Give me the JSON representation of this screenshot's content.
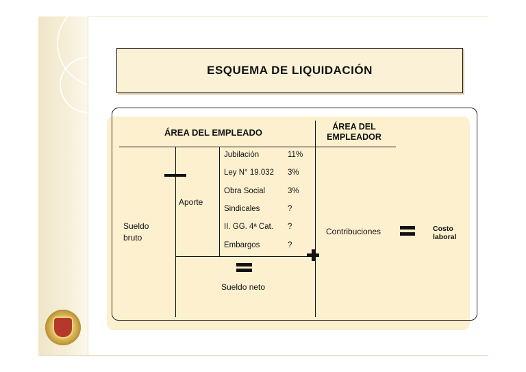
{
  "slide": {
    "title": "ESQUEMA DE LIQUIDACIÓN"
  },
  "diagram": {
    "employee_area_header": "ÁREA DEL EMPLEADO",
    "employer_area_header_line1": "ÁREA DEL",
    "employer_area_header_line2": "EMPLEADOR",
    "gross_salary_line1": "Sueldo",
    "gross_salary_line2": "bruto",
    "aporte_label": "Aporte",
    "deductions": [
      {
        "name": "Jubilación",
        "value": "11%"
      },
      {
        "name": "Ley N° 19.032",
        "value": "3%"
      },
      {
        "name": "Obra Social",
        "value": "3%"
      },
      {
        "name": "Sindicales",
        "value": "?"
      },
      {
        "name": "II. GG. 4ª Cat.",
        "value": "?"
      },
      {
        "name": "Embargos",
        "value": "?"
      }
    ],
    "net_salary": "Sueldo neto",
    "contributions": "Contribuciones",
    "labor_cost_line1": "Costo",
    "labor_cost_line2": "laboral"
  },
  "colors": {
    "slide_band": "#efe6c9",
    "title_fill": "#fbf1d6",
    "diagram_fill": "#fcf0cf",
    "lines": "#111111"
  }
}
